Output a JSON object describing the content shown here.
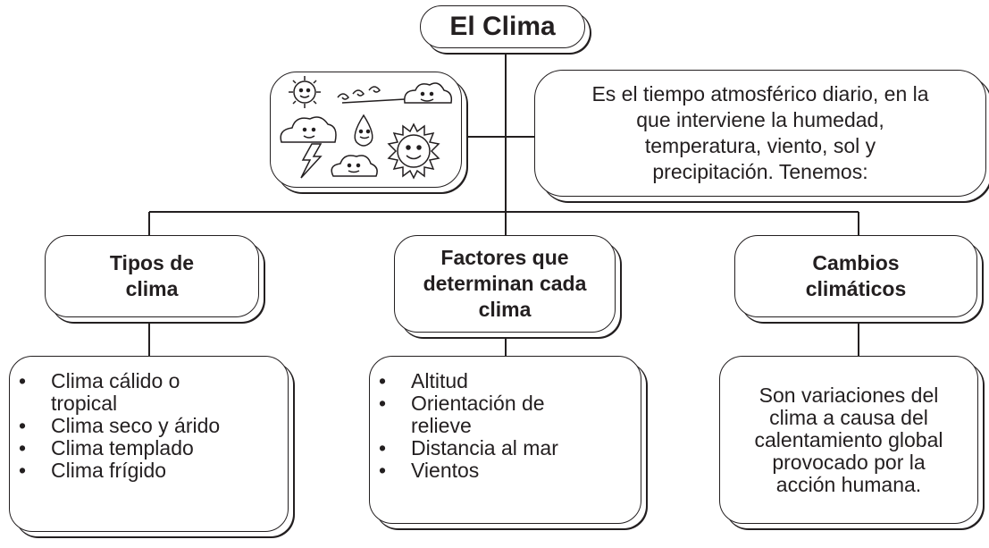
{
  "title": "El Clima",
  "definition": "Es el tiempo atmosférico diario, en la que interviene la humedad, temperatura, viento, sol y precipitación. Tenemos:",
  "branches": [
    {
      "heading": "Tipos de clima",
      "items": [
        "Clima cálido o tropical",
        "Clima seco y árido",
        "Clima templado",
        "Clima frígido"
      ]
    },
    {
      "heading": "Factores que determinan cada clima",
      "items": [
        "Altitud",
        "Orientación de relieve",
        "Distancia al mar",
        "Vientos"
      ]
    },
    {
      "heading": "Cambios climáticos",
      "text": "Son variaciones del clima a causa del calentamiento global provocado por la acción humana."
    }
  ],
  "illustration": "weather-cartoons-icon"
}
